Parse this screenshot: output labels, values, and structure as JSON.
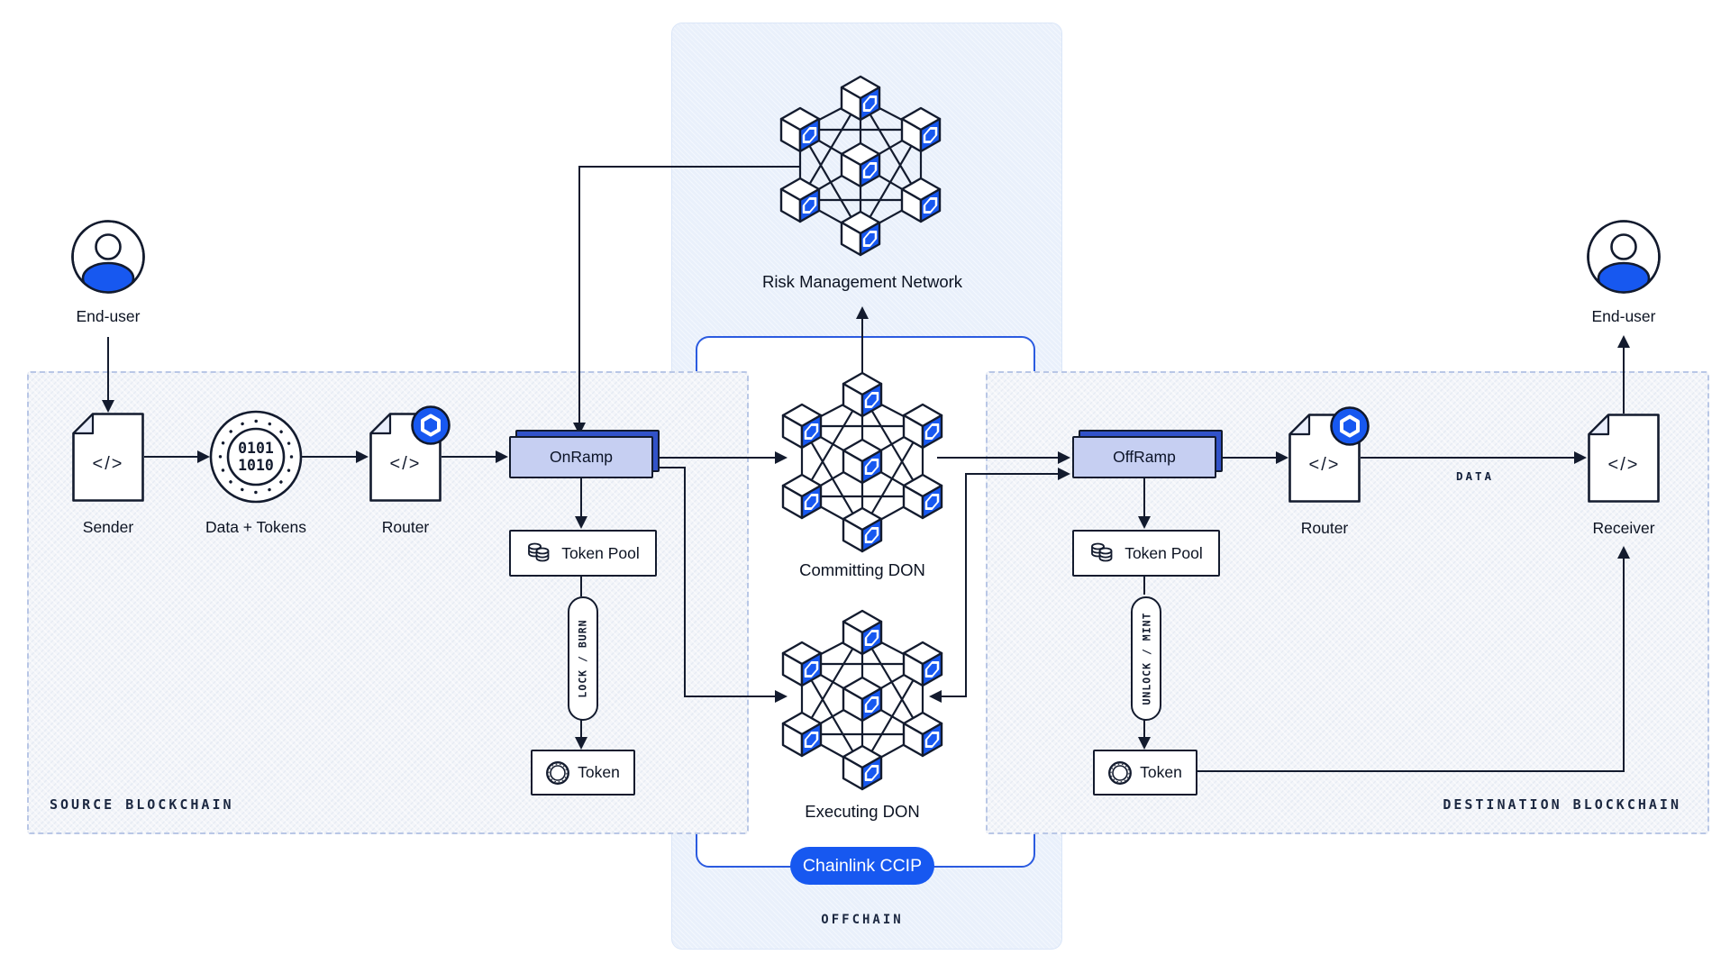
{
  "regions": {
    "source_label": "SOURCE BLOCKCHAIN",
    "destination_label": "DESTINATION BLOCKCHAIN",
    "offchain_label": "OFFCHAIN"
  },
  "nodes": {
    "end_user_left": "End-user",
    "end_user_right": "End-user",
    "sender": "Sender",
    "data_tokens": "Data + Tokens",
    "binary": {
      "line1": "0101",
      "line2": "1010"
    },
    "router_source": "Router",
    "router_dest": "Router",
    "onramp": "OnRamp",
    "offramp": "OffRamp",
    "token_pool_source": "Token Pool",
    "token_pool_dest": "Token Pool",
    "lock_burn": "LOCK / BURN",
    "unlock_mint": "UNLOCK / MINT",
    "token_source": "Token",
    "token_dest": "Token",
    "receiver": "Receiver",
    "risk_management_network": "Risk Management Network",
    "committing_don": "Committing DON",
    "executing_don": "Executing DON",
    "ccip_badge": "Chainlink CCIP",
    "code_glyph": "</>"
  },
  "edge_labels": {
    "data": "DATA"
  },
  "colors": {
    "accent_blue": "#1758f0",
    "ink": "#131b2e",
    "ramp_fill": "#c6cff2",
    "ramp_shadow": "#3152c9",
    "offchain_panel": "#e9f0fb",
    "bracket_blue": "#2b5be0",
    "region_fill": "#f3f5f9",
    "region_border": "#b9c7e6"
  }
}
